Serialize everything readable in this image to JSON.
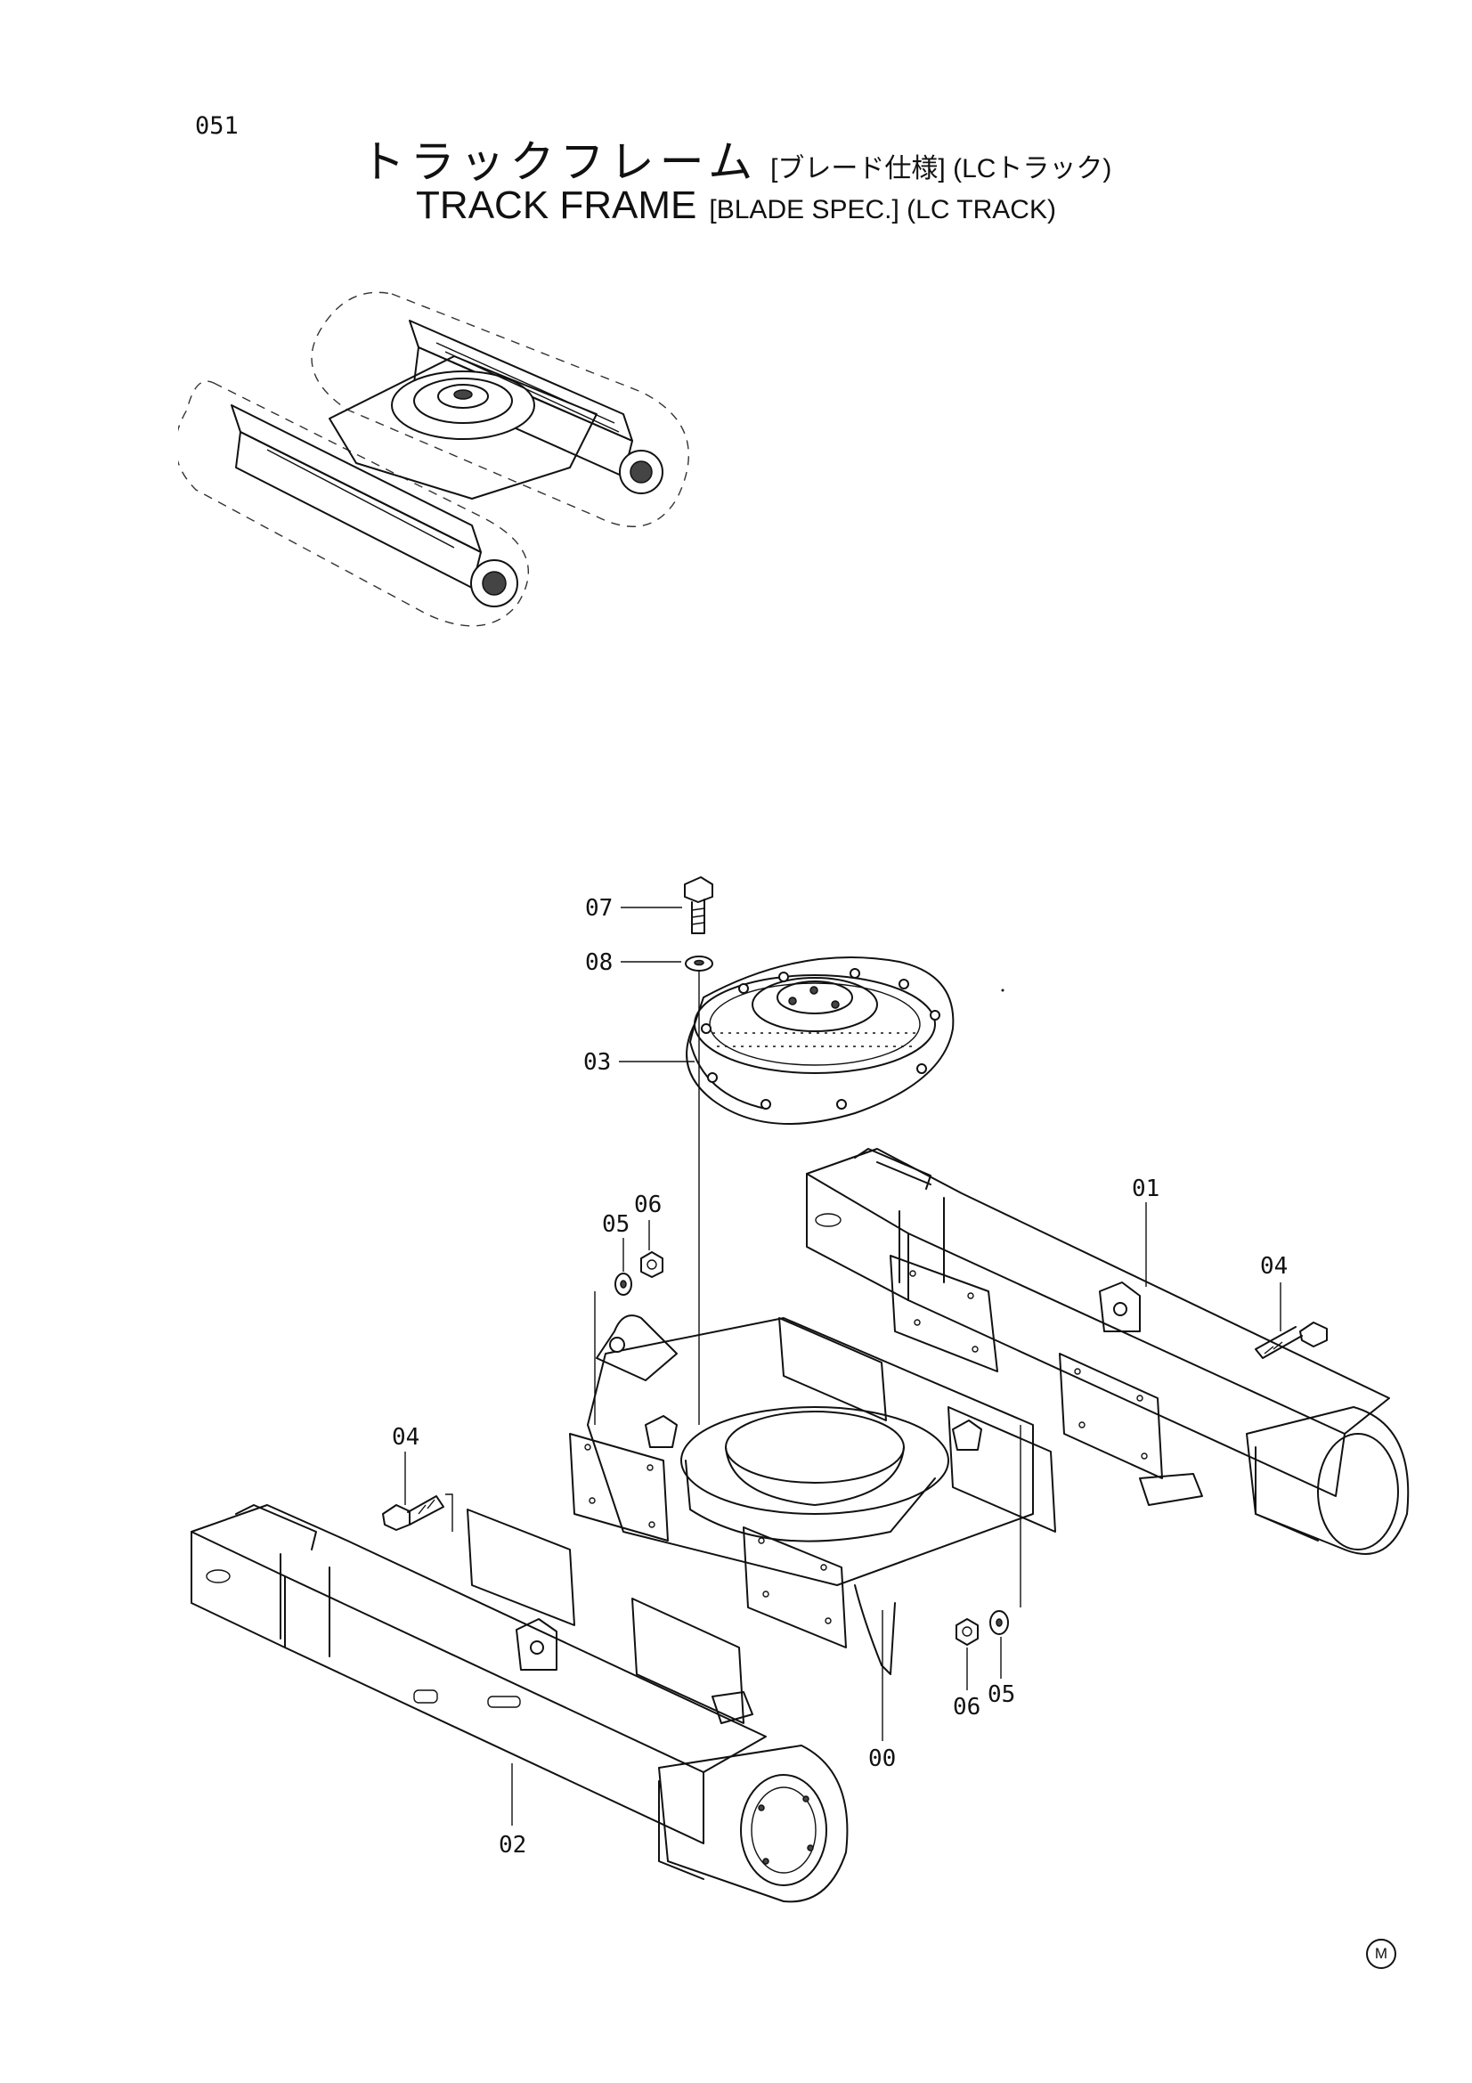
{
  "page_number": "051",
  "title": {
    "jp_main": "トラックフレーム",
    "jp_spec": "[ブレード仕様] (LCトラック)",
    "en_main": "TRACK FRAME",
    "en_spec": "[BLADE SPEC.] (LC TRACK)"
  },
  "callouts": {
    "c07": "07",
    "c08": "08",
    "c03": "03",
    "c05a": "05",
    "c06a": "06",
    "c01": "01",
    "c04a": "04",
    "c04b": "04",
    "c06b": "06",
    "c05b": "05",
    "c00": "00",
    "c02": "02"
  },
  "corner_mark": "M"
}
